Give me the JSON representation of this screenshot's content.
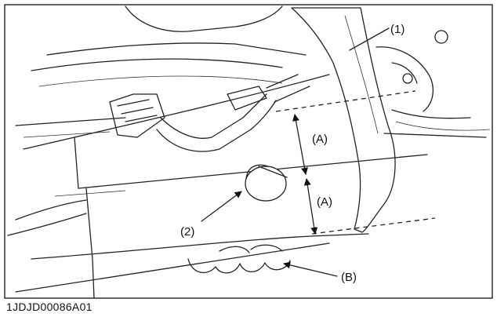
{
  "figure": {
    "code": "1JDJD00086A01",
    "callouts": {
      "part1": "(1)",
      "part2": "(2)",
      "dimA_upper": "(A)",
      "dimA_lower": "(A)",
      "partB": "(B)"
    }
  }
}
